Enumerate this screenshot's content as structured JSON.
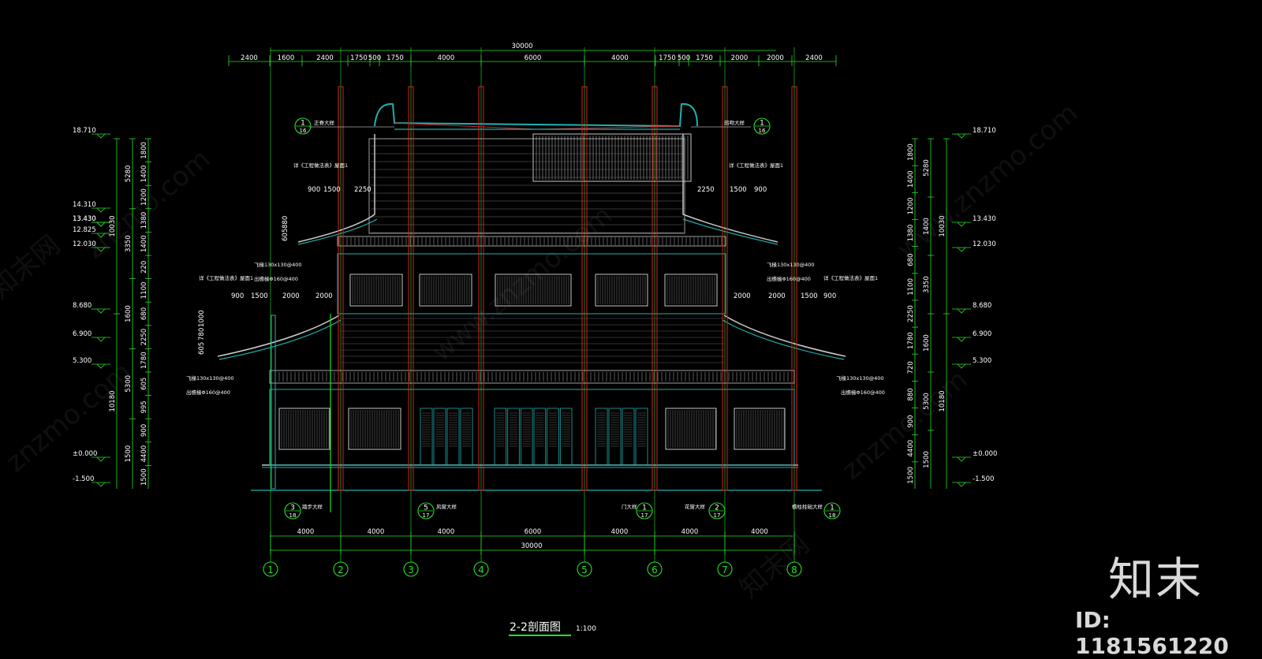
{
  "drawing": {
    "title": "2-2剖面图",
    "scale": "1:100",
    "top_total": "30000",
    "top_dims": [
      "2400",
      "1600",
      "2400",
      "1750",
      "500",
      "1750",
      "4000",
      "6000",
      "4000",
      "1750",
      "500",
      "1750",
      "2000",
      "2000",
      "2400"
    ],
    "bottom_dims": [
      "4000",
      "4000",
      "4000",
      "6000",
      "4000",
      "4000",
      "4000"
    ],
    "bottom_total": "30000",
    "axes": [
      "1",
      "2",
      "3",
      "4",
      "5",
      "6",
      "7",
      "8"
    ],
    "left_levels": [
      "18.710",
      "14.310",
      "13.430",
      "12.825",
      "13.430",
      "12.030",
      "8.680",
      "6.900",
      "5.300",
      "±0.000",
      "-1.500"
    ],
    "right_levels": [
      "18.710",
      "13.430",
      "12.030",
      "8.680",
      "6.900",
      "5.300",
      "±0.000",
      "-1.500"
    ],
    "left_vdims_outer": [
      "10030",
      "10180"
    ],
    "left_vdims_mid": [
      "5280",
      "3350",
      "1600",
      "5300",
      "1500"
    ],
    "left_vdims_inner": [
      "1800",
      "1400",
      "1200",
      "1380",
      "1400",
      "220",
      "1100",
      "680",
      "2250",
      "1780",
      "605",
      "995",
      "900",
      "4400",
      "1500"
    ],
    "right_vdims_inner": [
      "1800",
      "1400",
      "1200",
      "1380",
      "680",
      "1100",
      "2250",
      "1780",
      "720",
      "880",
      "900",
      "4400",
      "1500"
    ],
    "right_vdims_mid": [
      "5280",
      "1400",
      "3350",
      "1600",
      "5300",
      "1500"
    ],
    "right_vdims_outer": [
      "10030",
      "10180"
    ],
    "eave_dims_upper_left": [
      "900",
      "1500",
      "2250"
    ],
    "eave_dims_upper_right": [
      "2250",
      "1500",
      "900"
    ],
    "eave_dims_lower_left": [
      "900",
      "1500",
      "2000",
      "2000"
    ],
    "eave_dims_lower_right": [
      "2000",
      "2000",
      "1500",
      "900"
    ],
    "eave_vdims": [
      "605",
      "880",
      "605",
      "780",
      "1000"
    ],
    "notes": {
      "ridge_left": "正脊大样",
      "ridge_right": "鸱吻大样",
      "ref_left_1": "详《工程做法表》屋面1",
      "ref_right_1": "详《工程做法表》屋面1",
      "ref_left_2": "详《工程做法表》屋面1",
      "ref_right_2": "详《工程做法表》屋面1",
      "rafter_1": "飞椽130x130@400",
      "purlin_1": "出檐椽Φ160@400",
      "rafter_2": "飞椽130x130@400",
      "purlin_2": "出檐椽Φ160@400",
      "rafter_3": "飞椽130x130@400",
      "purlin_3": "出檐椽Φ160@400",
      "rafter_4": "飞椽130x130@400",
      "purlin_4": "出檐椽Φ160@400",
      "detail_a": "踏步大样",
      "detail_b": "风窗大样",
      "detail_c": "门大样",
      "detail_d": "花窗大样",
      "detail_e": "檐柱柱础大样"
    },
    "bubbles": [
      {
        "num": "1",
        "sheet": "16"
      },
      {
        "num": "1",
        "sheet": "16"
      },
      {
        "num": "3",
        "sheet": "18"
      },
      {
        "num": "5",
        "sheet": "17"
      },
      {
        "num": "1",
        "sheet": "17"
      },
      {
        "num": "2",
        "sheet": "17"
      },
      {
        "num": "1",
        "sheet": "18"
      }
    ],
    "watermark": "znzmo.com",
    "watermark_cn": "知末网",
    "watermark_www": "www.znzmo.com"
  },
  "brand": {
    "logo": "知末",
    "id": "ID: 1181561220"
  },
  "colors": {
    "bg": "#000000",
    "axis": "#27e027",
    "column": "#e02020",
    "structure": "#20b0b0",
    "hatch": "#c8c8c8",
    "text": "#ffffff"
  }
}
